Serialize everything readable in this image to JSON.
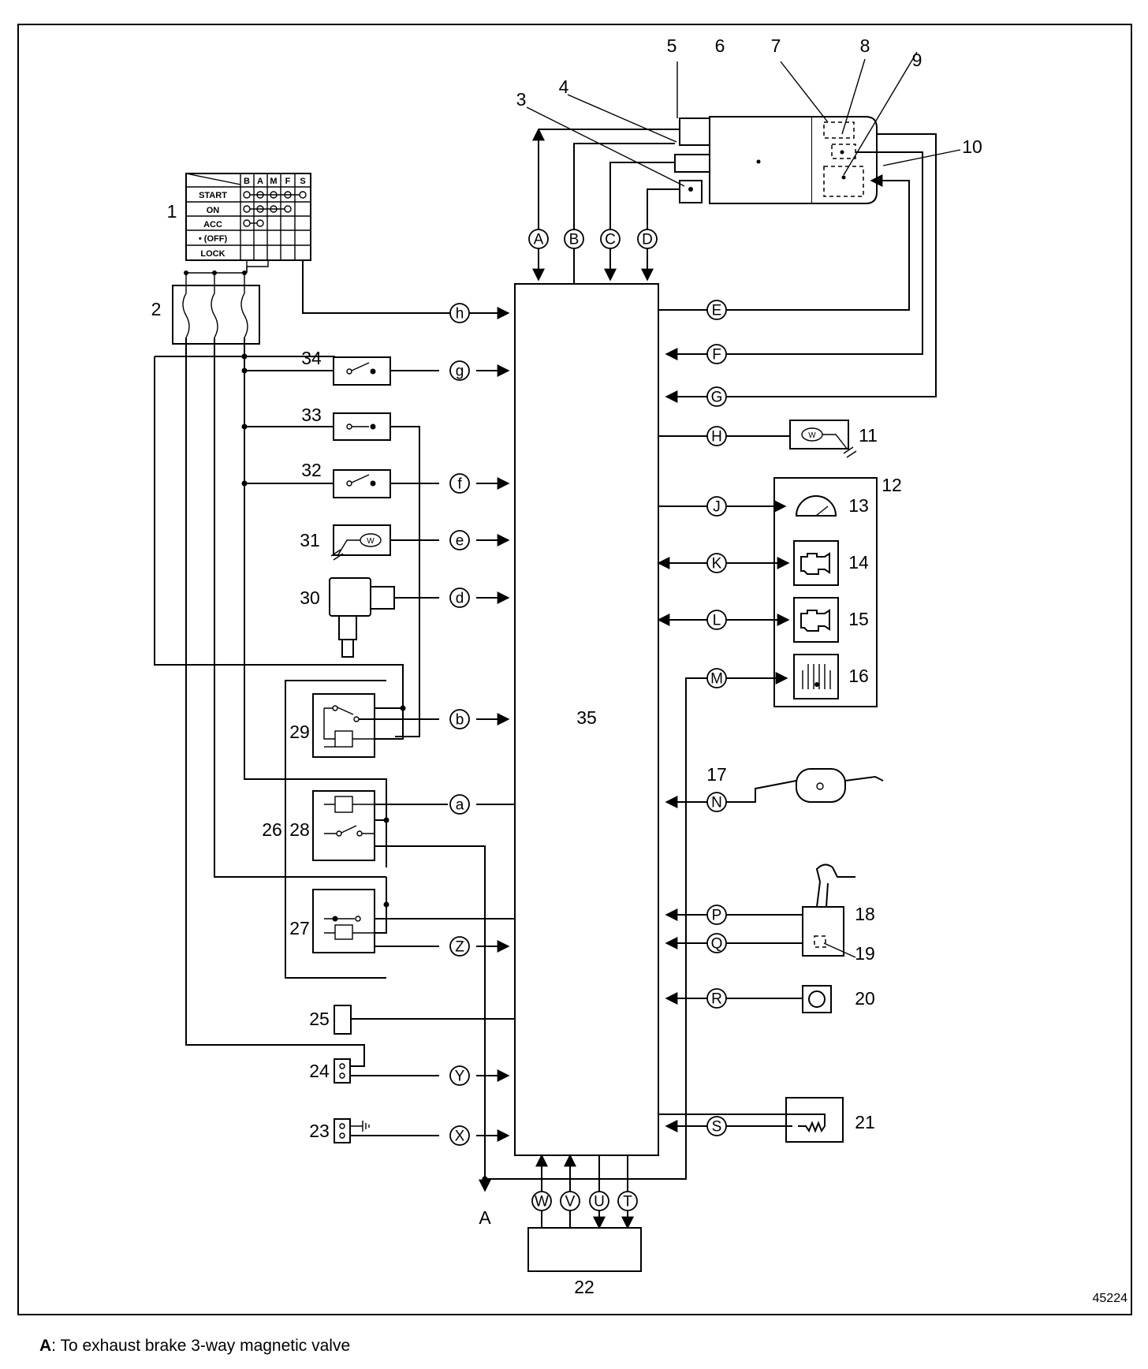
{
  "figure_code": "45224",
  "caption": {
    "key": "A",
    "text": ": To exhaust brake 3-way magnetic valve"
  },
  "arrow_label": "A",
  "ecu_label": "35",
  "ignition_switch": {
    "columns": [
      "B",
      "A",
      "M",
      "F",
      "S"
    ],
    "rows": [
      "START",
      "ON",
      "ACC",
      "• (OFF)",
      "LOCK"
    ]
  },
  "callouts": [
    "1",
    "2",
    "3",
    "4",
    "5",
    "6",
    "7",
    "8",
    "9",
    "10",
    "11",
    "12",
    "13",
    "14",
    "15",
    "16",
    "17",
    "18",
    "19",
    "20",
    "21",
    "22",
    "23",
    "24",
    "25",
    "26",
    "27",
    "28",
    "29",
    "30",
    "31",
    "32",
    "33",
    "34"
  ],
  "left_terminals": [
    "h",
    "g",
    "f",
    "e",
    "d",
    "b",
    "a",
    "Z",
    "Y",
    "X"
  ],
  "right_terminals": [
    "E",
    "F",
    "G",
    "H",
    "J",
    "K",
    "L",
    "M",
    "N",
    "P",
    "Q",
    "R",
    "S"
  ],
  "top_terminals": [
    "A",
    "B",
    "C",
    "D"
  ],
  "bottom_terminals": [
    "W",
    "V",
    "U",
    "T"
  ],
  "icons": [
    "engine-warning-icon",
    "glow-indicator-icon",
    "tachometer-icon",
    "speed-sensor-icon",
    "combination-switch-icon"
  ]
}
